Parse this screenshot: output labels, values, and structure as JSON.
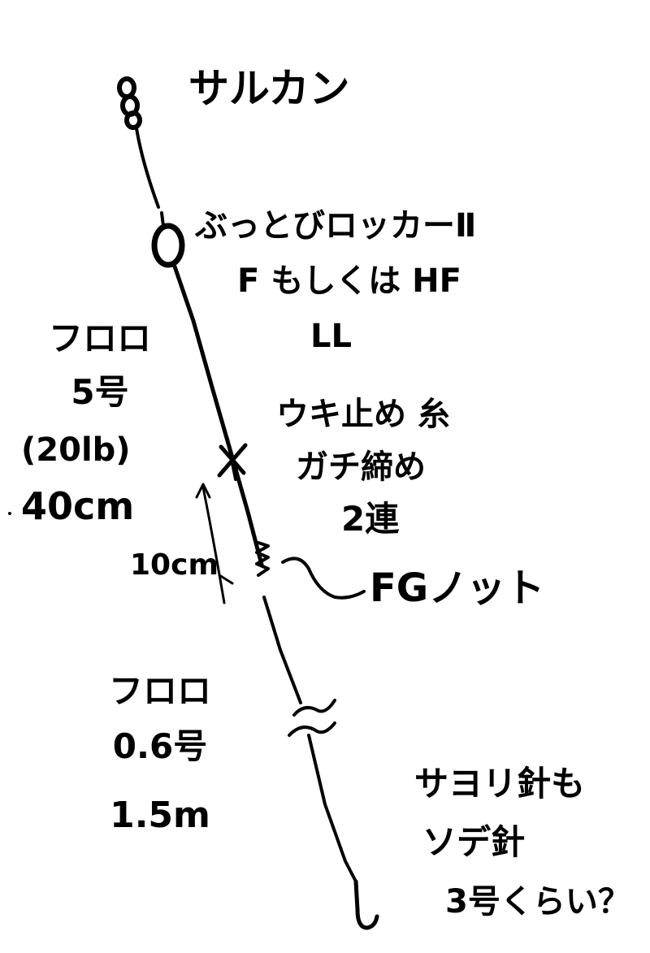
{
  "labels": {
    "swivel": "サルカン",
    "float_name": "ぶっとびロッカーⅡ",
    "float_type": "F もしくは HF",
    "float_size": "LL",
    "leader_material": "フロロ",
    "leader_number": "5号",
    "leader_lb": "(20lb)",
    "leader_length": "40cm",
    "stopper_line1": "ウキ止め 糸",
    "stopper_line2": "ガチ締め",
    "stopper_line3": "2連",
    "gap": "10cm",
    "knot": "FGノット",
    "tippet_material": "フロロ",
    "tippet_number": "0.6号",
    "tippet_length": "1.5m",
    "hook_line1": "サヨリ針も",
    "hook_line2": "ソデ針",
    "hook_line3": "3号くらい？"
  },
  "colors": {
    "ink": "#000000",
    "paper": "#ffffff"
  }
}
